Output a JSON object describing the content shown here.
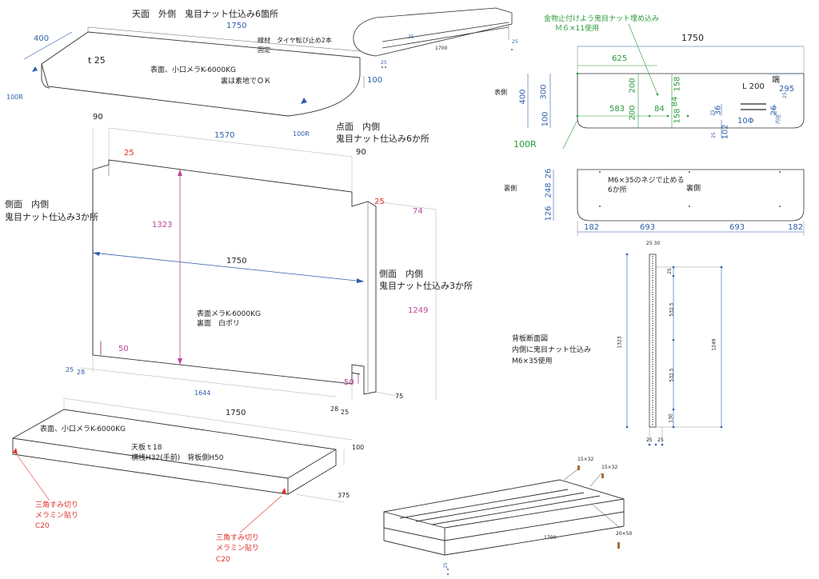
{
  "top_panel": {
    "title": "天面　外側　鬼目ナット仕込み6箇所",
    "length": "1750",
    "depth": "400",
    "thickness": "t 25",
    "radius_left": "100R",
    "radius_right": "100R",
    "height": "100",
    "surface": "表面、小口メラK-6000KG",
    "back_note": "裏は素地でＯＫ",
    "line_material": "線材　タイヤ転び止め2本",
    "fixed": "固定"
  },
  "top_small_view": {
    "length": "1700",
    "dim_25a": "25",
    "dim_25b": "25",
    "dim_25c": "25"
  },
  "right_top_view": {
    "label_omote": "表側",
    "note_line1": "金物止付けよう鬼目ナット埋め込み",
    "note_line2": "Ｍ６×11使用",
    "length": "1750",
    "depth": "400",
    "d625": "625",
    "d300": "300",
    "d100": "100",
    "d200a": "200",
    "d200b": "200",
    "d583": "583",
    "d84a": "84",
    "d84b": "84",
    "d158a": "158",
    "d158b": "158",
    "l200": "L 200",
    "end": "端",
    "d295": "295",
    "d36": "36",
    "d26": "26",
    "d10phi": "10Φ",
    "d102": "102",
    "r100": "100R",
    "small_a": "25",
    "small_b": "25",
    "small_c": "25",
    "small_d": "内径"
  },
  "right_back_view": {
    "label_ura": "裏側",
    "note_line1": "M6×35のネジで止める",
    "note_line2": "6か所",
    "note_ura": "裏側",
    "d26": "26",
    "d248": "248",
    "d126": "126",
    "d182a": "182",
    "d693a": "693",
    "d693b": "693",
    "d182b": "182"
  },
  "main_panel": {
    "d90a": "90",
    "d1570": "1570",
    "d25a": "25",
    "d90b": "90",
    "d1323": "1323",
    "d1750": "1750",
    "d25b": "25",
    "d74": "74",
    "d1249": "1249",
    "d50a": "50",
    "d50b": "50",
    "d25c": "25",
    "d28a": "28",
    "d1644": "1644",
    "d28b": "28",
    "d25d": "25",
    "d75": "75",
    "surface1": "表面メラK-6000KG",
    "surface2": "裏面　白ポリ",
    "label_point_1": "点面　内側",
    "label_point_2": "鬼目ナット仕込み6か所",
    "label_side_left_1": "側面　内側",
    "label_side_left_2": "鬼目ナット仕込み3か所",
    "label_side_right_1": "側面　内側",
    "label_side_right_2": "鬼目ナット仕込み3か所"
  },
  "section_view": {
    "title1": "背板断面図",
    "title2": "内側に鬼目ナット仕込み",
    "title3": "M6×35使用",
    "d25_30": "25 30",
    "d1323": "1323",
    "d1249": "1249",
    "d25top": "25",
    "d5325a": "532.5",
    "d5325b": "532.5",
    "d130": "130",
    "d25l": "25",
    "d25r": "25"
  },
  "bottom_panel": {
    "d1750": "1750",
    "surface": "表面、小口メラK-6000KG",
    "plate": "天板ｔ18",
    "rail": "横桟H32(手前)　背板側H50",
    "d100": "100",
    "d375": "375",
    "left1": "三角すみ切り",
    "left2": "メラミン貼り",
    "left3": "C20",
    "right1": "三角すみ切り",
    "right2": "メラミン貼り",
    "right3": "C20"
  },
  "tray_view": {
    "d1700": "1700",
    "s15x32a": "15×32",
    "s15x32b": "15×32",
    "s20x50": "20×50",
    "d25": "25"
  },
  "colors": {
    "line": "#333333",
    "blue": "#2f5fa8",
    "magenta": "#c0449a",
    "red": "#e0302a",
    "green": "#2a9a3a",
    "brown": "#a07040"
  }
}
